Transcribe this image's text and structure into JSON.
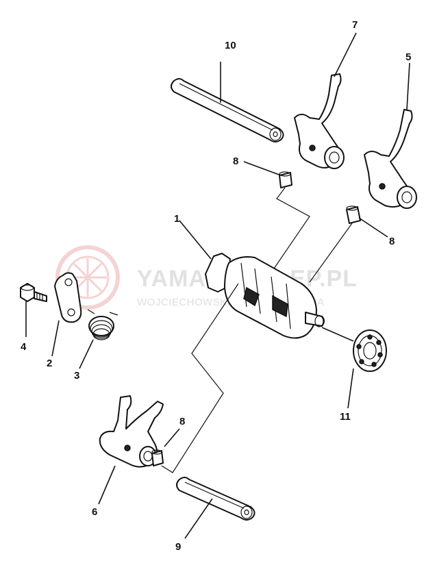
{
  "watermark": {
    "title": "YAMAHASKLEP.PL",
    "subtitle": "WOJCIECHOWSKI DEALER YAMAHA",
    "logo_color": "#e8a0a0",
    "text_color": "#c9c9c9"
  },
  "callouts": {
    "c1": "1",
    "c2": "2",
    "c3": "3",
    "c4": "4",
    "c5": "5",
    "c6": "6",
    "c7": "7",
    "c8a": "8",
    "c8b": "8",
    "c8c": "8",
    "c9": "9",
    "c10": "10",
    "c11": "11"
  }
}
